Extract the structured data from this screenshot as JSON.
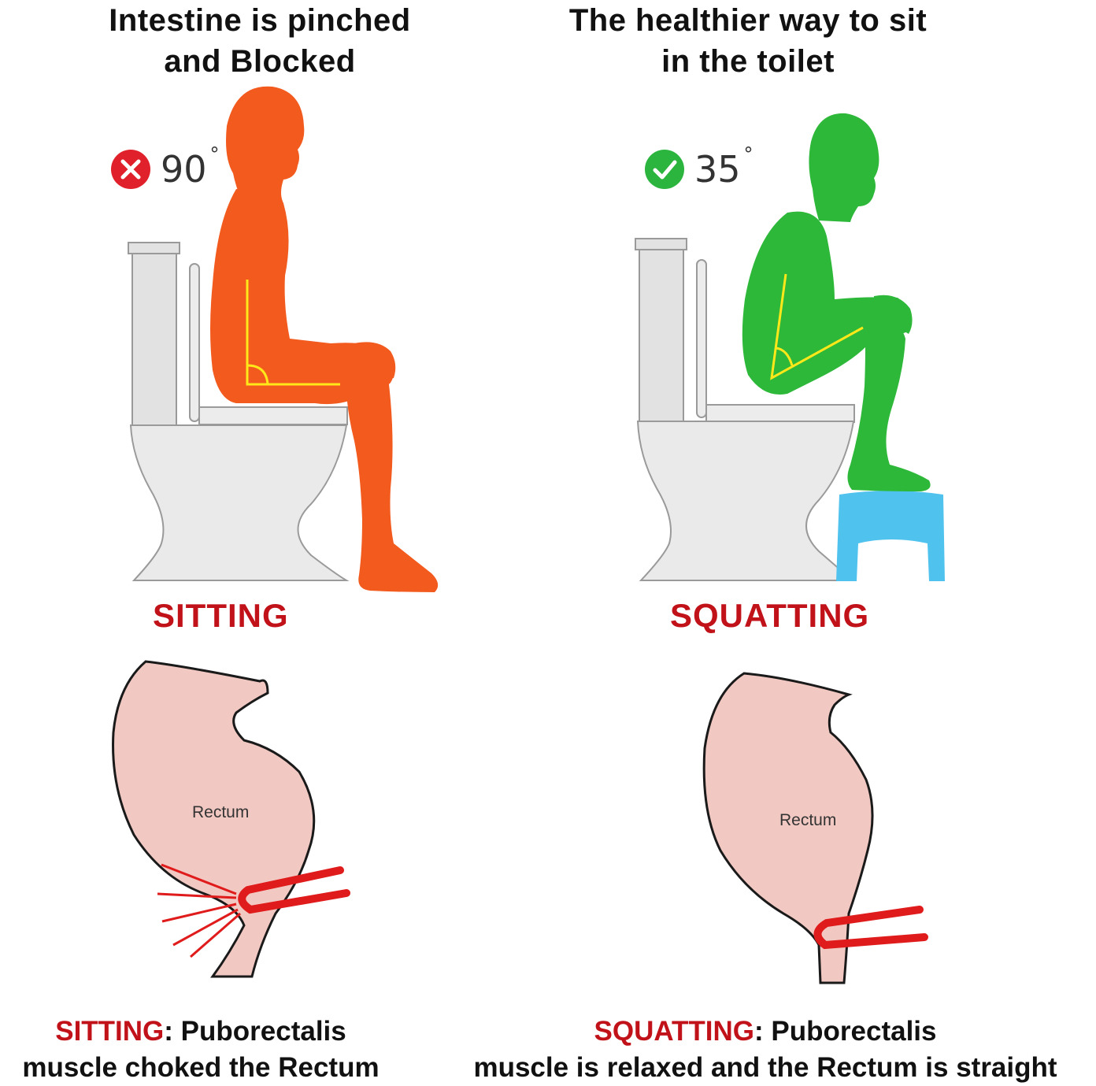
{
  "left": {
    "title_line1": "Intestine is pinched",
    "title_line2": "and Blocked",
    "angle_value": "90",
    "angle_unit": "°",
    "angle_icon": "x-circle-icon",
    "posture": "SITTING",
    "rectum_label": "Rectum",
    "caption_keyword": "SITTING",
    "caption_rest_line1": ": Puborectalis",
    "caption_line2": "muscle choked the Rectum"
  },
  "right": {
    "title_line1": "The healthier way to sit",
    "title_line2": "in the toilet",
    "angle_value": "35",
    "angle_unit": "°",
    "angle_icon": "check-circle-icon",
    "posture": "SQUATTING",
    "rectum_label": "Rectum",
    "caption_keyword": "SQUATTING",
    "caption_rest_line1": ": Puborectalis",
    "caption_line2": "muscle is relaxed and the Rectum is straight"
  },
  "colors": {
    "accent_red": "#c1121a",
    "figure_orange": "#f25a1e",
    "figure_green": "#2db83a",
    "stool_blue": "#4fc3ee",
    "rectum_pink": "#f2c9c2",
    "muscle_red": "#e01b1b",
    "angle_yellow": "#ffe81a",
    "toilet_gray": "#dcdcdc"
  }
}
